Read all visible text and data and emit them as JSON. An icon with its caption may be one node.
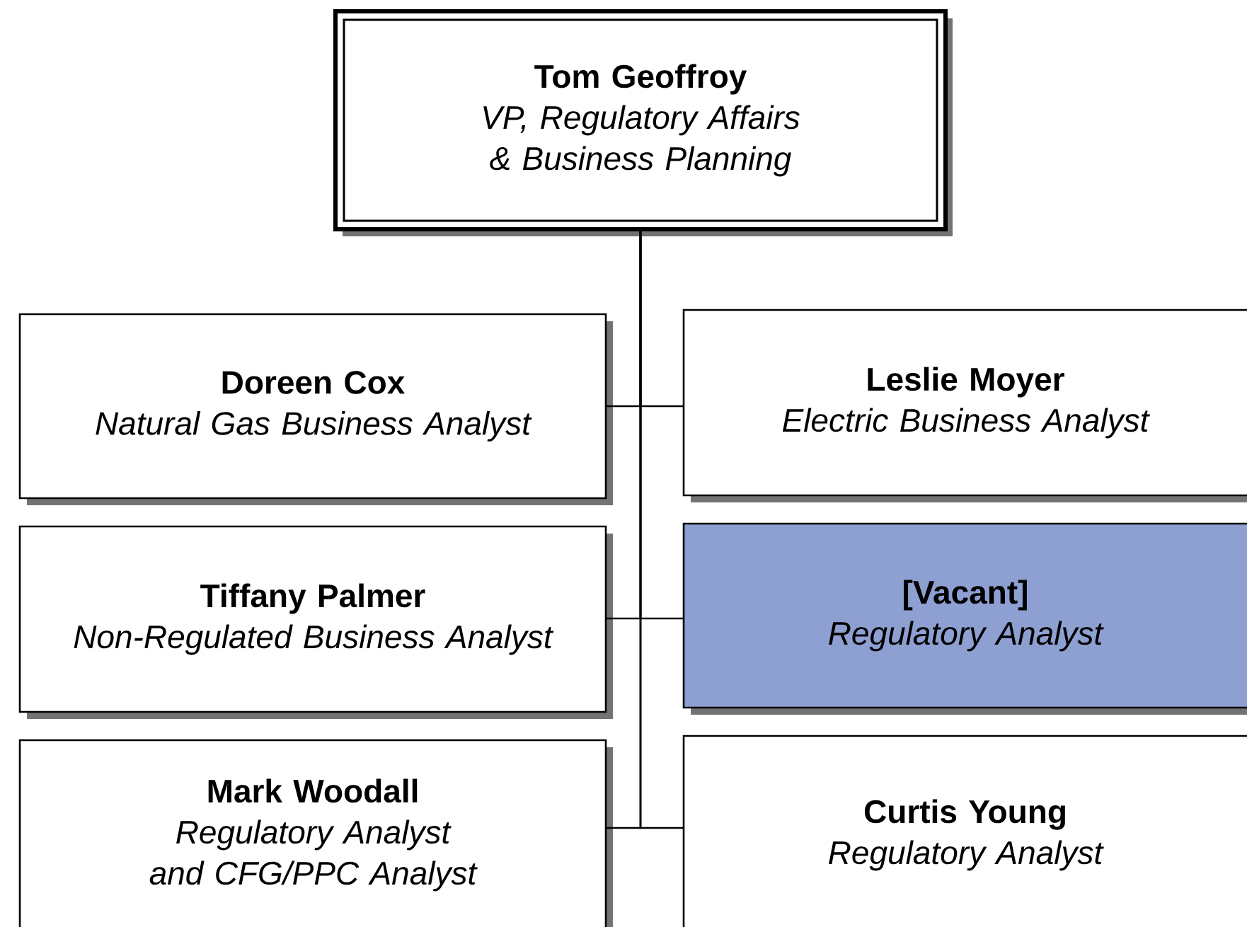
{
  "diagram": {
    "nodes": [
      {
        "text": [
          "Tom Geoffroy",
          "VP, Regulatory Affairs & Business Planning"
        ]
      },
      {
        "text": [
          "Doreen Cox",
          "Natural Gas Business Analyst"
        ]
      },
      {
        "text": [
          "Leslie Moyer",
          "Electric Business Analyst"
        ]
      },
      {
        "text": [
          "Tiffany Palmer",
          "Non-Regulated Business Analyst"
        ]
      },
      {
        "text": [
          "[Vacant]",
          "Regulatory Analyst"
        ]
      },
      {
        "text": [
          "Mark Woodall",
          "Regulatory Analyst and CFG/PPC Analyst"
        ]
      },
      {
        "text": [
          "Curtis Young",
          "Regulatory Analyst"
        ]
      }
    ],
    "edges": [
      {
        "from": 0,
        "to": 1,
        "arrow": "none"
      },
      {
        "from": 0,
        "to": 2,
        "arrow": "none"
      },
      {
        "from": 0,
        "to": 3,
        "arrow": "none"
      },
      {
        "from": 0,
        "to": 4,
        "arrow": "none"
      },
      {
        "from": 0,
        "to": 5,
        "arrow": "none"
      },
      {
        "from": 0,
        "to": 6,
        "arrow": "none"
      }
    ]
  }
}
